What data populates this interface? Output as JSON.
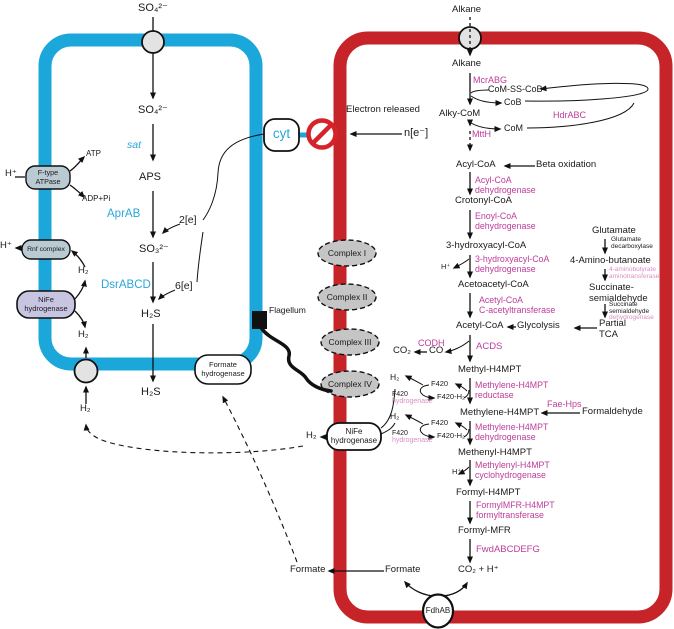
{
  "colors": {
    "membrane_blue": "#1ca7db",
    "membrane_red": "#c62428",
    "prohibition_red": "#d6232b",
    "enzyme_magenta": "#be3c9a",
    "enzyme_pink": "#d98fc4",
    "text_blue": "#2aa7db",
    "complex_fill": "#c5c5c5",
    "pump_fill": "#b9cad3",
    "nife_fill": "#c8c5e3"
  },
  "labels": {
    "so4_out": "SO₄²⁻",
    "so4_in": "SO₄²⁻",
    "sat": "sat",
    "aps": "APS",
    "aprab": "AprAB",
    "e2": "2[e]",
    "so3": "SO₃²⁻",
    "dsrabcd": "DsrABCD",
    "e6": "6[e]",
    "h2s_in": "H₂S",
    "h2s_out": "H₂S",
    "hp_ftype": "H⁺",
    "atp": "ATP",
    "adppi": "ADP+Pi",
    "hp_rnf": "H⁺",
    "h2_rnf": "H₂",
    "h2_nife": "H₂",
    "h2_out": "H₂",
    "flagellum": "Flagellum",
    "ftype": "F-type\nATPase",
    "rnf": "Rnf complex",
    "nife_left": "NiFe\nhydrogenase",
    "formate_hase": "Formate\nhydrogenase",
    "cyt": "cyt",
    "electron_released": "Electron released",
    "n_e": "n[e⁻]",
    "complex1": "Complex I",
    "complex2": "Complex II",
    "complex3": "Complex III",
    "complex4": "Complex IV",
    "alkane_out": "Alkane",
    "alkane_in": "Alkane",
    "mcrabg": "McrABG",
    "com_ss_cob": "CoM-SS-CoB",
    "cob": "CoB",
    "alky_com": "Alky-CoM",
    "hdrabc": "HdrABC",
    "mtth": "MttH",
    "com": "CoM",
    "acyl_coa": "Acyl-CoA",
    "beta_ox": "Beta oxidation",
    "acyl_dh": "Acyl-CoA\ndehydrogenase",
    "crotonyl": "Crotonyl-CoA",
    "enoyl_dh": "Enoyl-CoA\ndehydrogenase",
    "hydroxyacyl": "3-hydroxyacyl-CoA",
    "hp_a": "H⁺",
    "hydroxyacyl_dh": "3-hydroxyacyl-CoA\ndehydrogenase",
    "acetoacetyl": "Acetoacetyl-CoA",
    "acetyl_tr": "Acetyl-CoA\nC-acetyltransferase",
    "acetyl_coa": "Acetyl-CoA",
    "glycolysis": "Glycolysis",
    "partial_tca": "Partial\nTCA",
    "glutamate": "Glutamate",
    "glutamate_dc": "Glutamate\ndecarboxylase",
    "aminobutanoate": "4-Amino-butanoate",
    "aminotransferase": "4-aminobutyrate\naminotransferase",
    "succinate_semi": "Succinate-\nsemialdehyde",
    "succ_semi2": "Succinate\nsemialdehyde",
    "succ_dh": "dehydrogenase",
    "co2_mid": "CO₂",
    "codh": "CODH",
    "co_mid": "CO",
    "acds": "ACDS",
    "methyl": "Methyl-H4MPT",
    "methylene_red": "Methylene-H4MPT\nreductase",
    "f1_h2": "H₂",
    "f1_f420": "F420",
    "f1_f420h2": "F420-H₂",
    "f1_lab_black": "F420",
    "f1_lab_pink": "hydrogenase",
    "methylene": "Methylene-H4MPT",
    "fae_hps": "Fae-Hps",
    "formaldehyde": "Formaldehyde",
    "methylene_dh": "Methylene-H4MPT\ndehydrogenase",
    "f2_h2": "H₂",
    "f2_f420": "F420",
    "f2_f420h2": "F420-H₂",
    "f2_lab_black": "F420",
    "f2_lab_pink": "hydrogenase",
    "methenyl": "Methenyl-H4MPT",
    "methylenyl_cyclo": "Methylenyl-H4MPT\ncyclohydrogenase",
    "hp_b": "H⁺",
    "formyl_h4mpt": "Formyl-H4MPT",
    "formylmfr_ft": "FormylMFR-H4MPT\nformyltransferase",
    "formyl_mfr": "Formyl-MFR",
    "fwd": "FwdABCDEFG",
    "co2_h": "CO₂ + H⁺",
    "formate_in": "Formate",
    "formate_out": "Formate",
    "fdhab": "FdhAB",
    "nife_right": "NiFe\nhydrogenase",
    "h2_shuttle": "H₂"
  }
}
